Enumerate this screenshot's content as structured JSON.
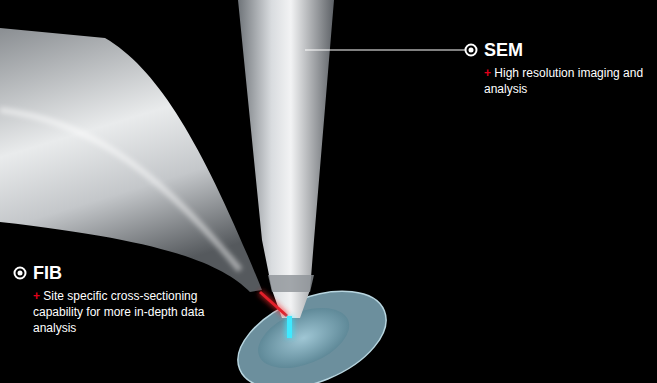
{
  "diagram": {
    "labels": [
      "SEM",
      "+",
      "High resolution imaging and analysis",
      "FIB",
      "+",
      "Site specific cross-sectioning capability for more in-depth data analysis"
    ]
  }
}
